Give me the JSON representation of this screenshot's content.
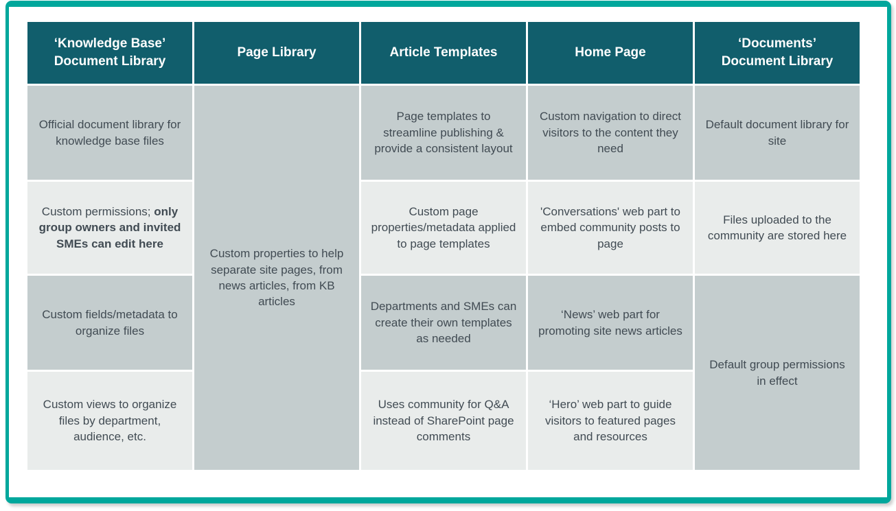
{
  "frame": {
    "border_color": "#00a79c",
    "header_bg": "#115e6c",
    "row_dark_bg": "#c4cdce",
    "row_light_bg": "#e9eceb",
    "body_text_color": "#414b53"
  },
  "table": {
    "headers": {
      "knowledge_base": "‘Knowledge Base’\nDocument Library",
      "page_library": "Page Library",
      "article_templates": "Article Templates",
      "home_page": "Home Page",
      "documents": "‘Documents’\nDocument Library"
    },
    "columns": {
      "knowledge_base": {
        "r1": "Official document library for knowledge base files",
        "r2_normal": "Custom permissions; ",
        "r2_bold": "only group owners and invited SMEs can edit here",
        "r3": "Custom fields/metadata to organize files",
        "r4": "Custom views to organize files by department, audience, etc."
      },
      "page_library": {
        "merged": "Custom properties to help separate site pages, from news articles, from KB articles"
      },
      "article_templates": {
        "r1": "Page templates to streamline publishing & provide a consistent layout",
        "r2": "Custom page properties/metadata applied to page templates",
        "r3": "Departments and SMEs can create their own templates as needed",
        "r4": "Uses community for Q&A instead of SharePoint page comments"
      },
      "home_page": {
        "r1": "Custom navigation to direct visitors to the content they need",
        "r2": "'Conversations' web part to embed community posts to page",
        "r3": "‘News’ web part for promoting site news articles",
        "r4": "‘Hero’ web part to guide visitors to featured pages and resources"
      },
      "documents": {
        "r1": "Default document library for site",
        "r2": "Files uploaded to the community are stored here",
        "r3_4": "Default group permissions in effect"
      }
    }
  }
}
